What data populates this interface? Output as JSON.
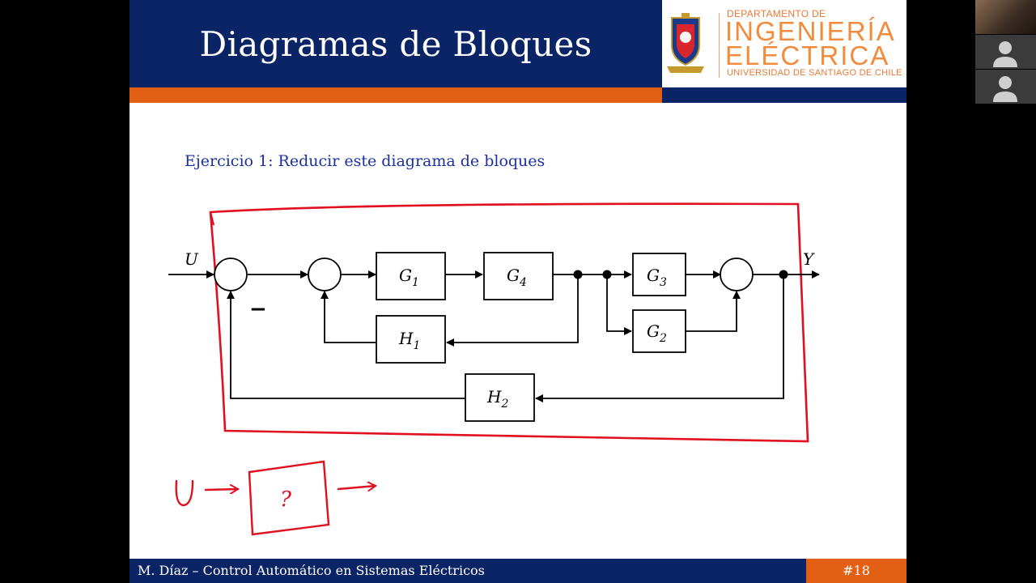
{
  "slide": {
    "title": "Diagramas de Bloques",
    "exercise": "Ejercicio 1: Reducir este diagrama de bloques",
    "footer_author": "M. Díaz – Control Automático en Sistemas Eléctricos",
    "page_number": "#18"
  },
  "logo": {
    "line1": "DEPARTAMENTO DE",
    "line2": "INGENIERÍA",
    "line3": "ELÉCTRICA",
    "line4": "UNIVERSIDAD DE SANTIAGO DE CHILE"
  },
  "diagram": {
    "input": "U",
    "output": "Y",
    "minus_sign": "−",
    "blocks": {
      "g1": "G",
      "g1_sub": "1",
      "g4": "G",
      "g4_sub": "4",
      "g3": "G",
      "g3_sub": "3",
      "g2": "G",
      "g2_sub": "2",
      "h1": "H",
      "h1_sub": "1",
      "h2": "H",
      "h2_sub": "2"
    }
  },
  "annotation": {
    "input": "U",
    "unknown": "?"
  },
  "colors": {
    "header_navy": "#0b2466",
    "accent_orange": "#e35f14",
    "annotation_red": "#e01020",
    "exercise_blue": "#1b2fa0"
  },
  "participants": {
    "tiles": [
      "camera",
      "avatar",
      "avatar"
    ]
  }
}
